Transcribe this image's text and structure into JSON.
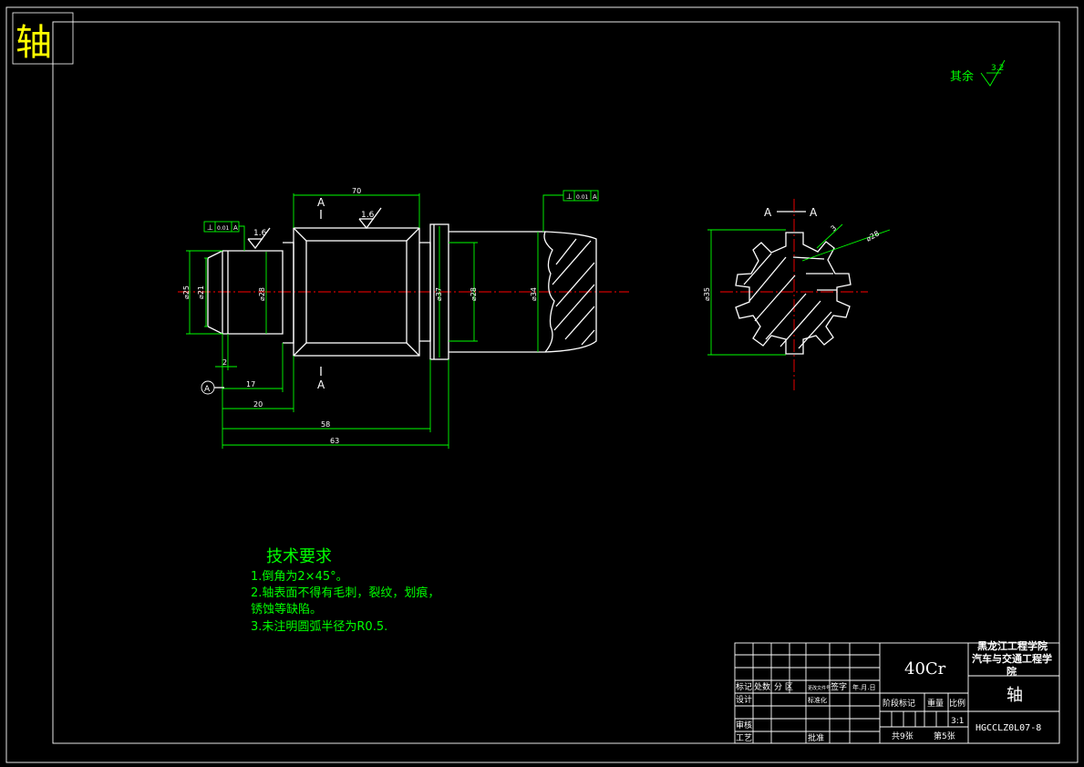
{
  "title": "轴",
  "surface_finish": {
    "label": "其余",
    "value": "3.2"
  },
  "section": {
    "cut_label": "A",
    "view_label": "A — A"
  },
  "roughness": {
    "r1": "1.6",
    "r2": "1.6"
  },
  "datum": "A",
  "tolerance_frames": {
    "left": {
      "symbol": "⊥",
      "value": "0.01",
      "datum": "A"
    },
    "right": {
      "symbol": "⊥",
      "value": "0.01",
      "datum": "A"
    }
  },
  "dimensions": {
    "len_70": "70",
    "len_2": "2",
    "len_17": "17",
    "len_20": "20",
    "len_58": "58",
    "len_63": "63",
    "d25": "⌀25",
    "d21": "⌀21",
    "d28": "⌀28",
    "d37": "⌀37",
    "d28b": "⌀28",
    "d34": "⌀34",
    "d35": "⌀35",
    "d28c": "⌀28",
    "spline_r": "3"
  },
  "tech_requirements": {
    "heading": "技术要求",
    "lines": [
      "1.倒角为2×45°。",
      "2.轴表面不得有毛刺，裂纹，划痕，",
      "锈蚀等缺陷。",
      "3.未注明圆弧半径为R0.5."
    ]
  },
  "title_block": {
    "material": "40Cr",
    "org_line1": "黑龙江工程学院",
    "org_line2": "汽车与交通工程学",
    "org_line3": "院",
    "part_name": "轴",
    "drawing_no": "HGCCLZ0L07-8",
    "h_mark": "标记",
    "h_count": "处数",
    "h_zone": "分 区",
    "h_change": "更改文件号",
    "h_sign": "签字",
    "h_date": "年.月.日",
    "h_design": "设计",
    "h_std": "标准化",
    "h_stage": "阶段标记",
    "h_weight": "重量",
    "h_scale": "比例",
    "scale_value": "3:1",
    "h_review": "审核",
    "h_process": "工艺",
    "h_approve": "批准",
    "sheets_total": "共9张",
    "sheet_no": "第5张"
  },
  "colors": {
    "background": "#000000",
    "geometry": "#ffffff",
    "dimension": "#00ff00",
    "centerline": "#ff0000",
    "title": "#ffff00"
  }
}
